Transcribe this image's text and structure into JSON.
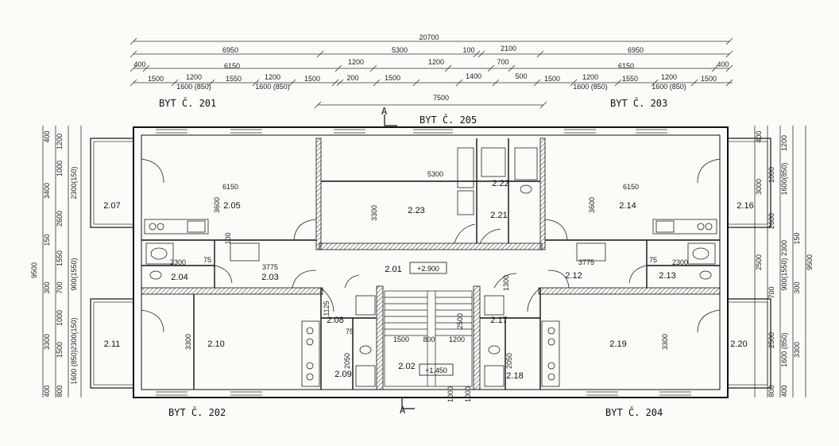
{
  "dimensions": {
    "row1": [
      "20700"
    ],
    "row2": [
      "6950",
      "5300",
      "100",
      "2100",
      "6950"
    ],
    "row3": [
      "400",
      "6150",
      "1200",
      "1200",
      "700",
      "6150",
      "400"
    ],
    "row4": [
      "1500",
      "1200",
      "1600 (850)",
      "1550",
      "1200",
      "1600 (850)",
      "1500",
      "200",
      "1500",
      "1400",
      "500",
      "1500",
      "1200",
      "1600 (850)",
      "1550",
      "1200",
      "1600 (850)",
      "1500"
    ],
    "below_row4": [
      "7500"
    ],
    "left_chain": [
      "400",
      "1200",
      "3400",
      "1000",
      "2300(150)",
      "2600",
      "150",
      "1550",
      "9500",
      "300",
      "900(1550)",
      "700",
      "1000",
      "2300(150)",
      "3300",
      "1500",
      "1600 (850)",
      "400",
      "800"
    ],
    "right_chain": [
      "400",
      "1200",
      "3000",
      "1000",
      "1600(850)",
      "2600",
      "150",
      "2300",
      "9500",
      "900(1550)",
      "700",
      "2500",
      "300",
      "1600 (850)",
      "2500",
      "3300",
      "800",
      "400"
    ],
    "interior": [
      "6150",
      "3600",
      "5300",
      "3300",
      "6150",
      "3600",
      "2300",
      "3775",
      "3775",
      "2300",
      "1125",
      "2500",
      "2050",
      "1500",
      "800",
      "1200",
      "2050",
      "1300",
      "3300",
      "3300",
      "75",
      "75",
      "75",
      "100",
      "1000",
      "1000"
    ]
  },
  "apartments": [
    "BYT Č. 201",
    "BYT Č. 203",
    "BYT Č. 205",
    "BYT Č. 202",
    "BYT Č. 204"
  ],
  "section_marks": [
    "A",
    "A"
  ],
  "rooms": {
    "r207": "2.07",
    "r205": "2.05",
    "r223": "2.23",
    "r222": "2.22",
    "r221": "2.21",
    "r214": "2.14",
    "r216": "2.16",
    "r204": "2.04",
    "r203": "2.03",
    "r201": "2.01",
    "r212": "2.12",
    "r213": "2.13",
    "r211": "2.11",
    "r210": "2.10",
    "r208": "2.08",
    "r209": "2.09",
    "r202": "2.02",
    "r217": "2.17",
    "r218": "2.18",
    "r219": "2.19",
    "r220": "2.20"
  },
  "levels": [
    "+2.900",
    "+1.450"
  ]
}
